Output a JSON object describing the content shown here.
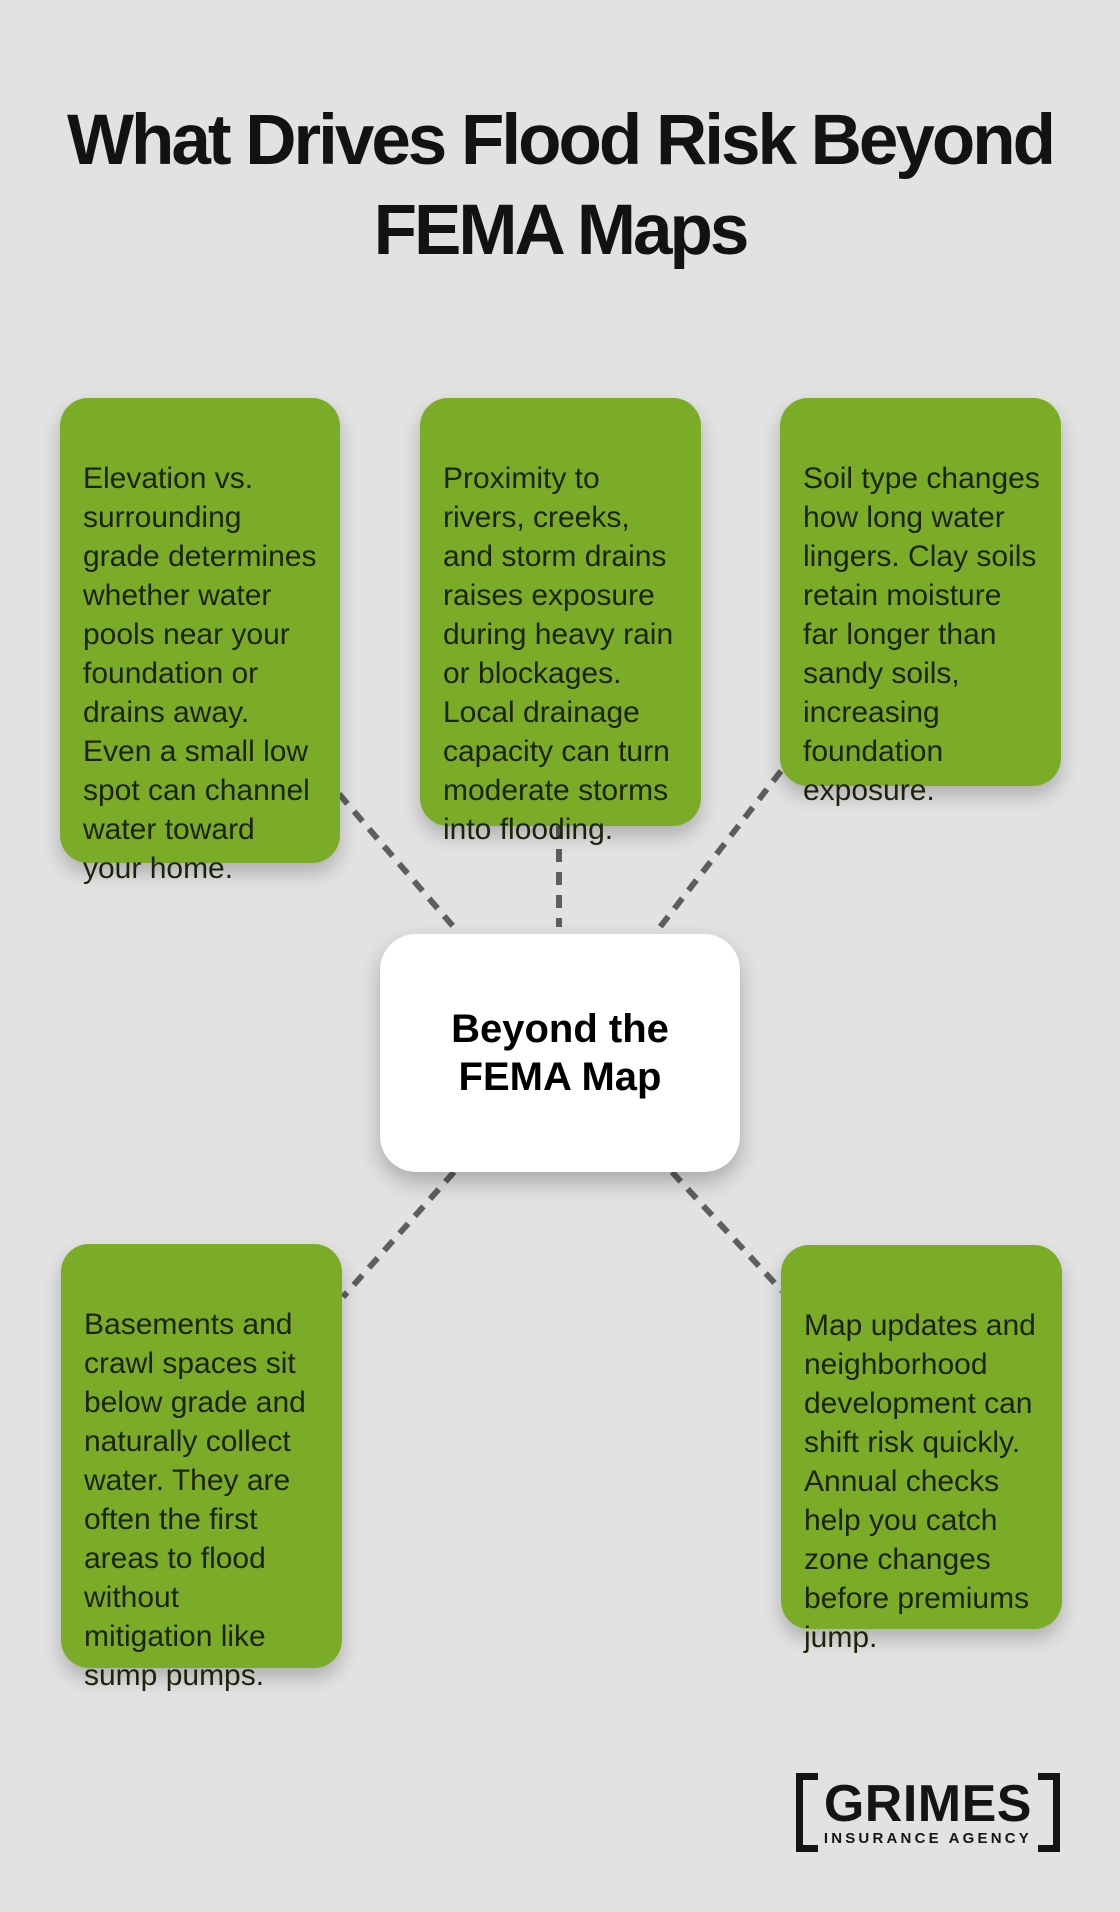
{
  "title": "What Drives Flood Risk Beyond\nFEMA Maps",
  "center_node": {
    "label": "Beyond the\nFEMA Map"
  },
  "factors": [
    {
      "text": "Elevation vs.\nsurrounding\ngrade determines\nwhether water\npools near your\nfoundation or\ndrains away.\nEven a small low\nspot can channel\nwater toward\nyour home."
    },
    {
      "text": "Proximity to\nrivers, creeks,\nand storm drains\nraises exposure\nduring heavy rain\nor blockages.\nLocal drainage\ncapacity can turn\nmoderate storms\ninto flooding."
    },
    {
      "text": "Soil type changes\nhow long water\nlingers. Clay soils\nretain moisture\nfar longer than\nsandy soils,\nincreasing\nfoundation\nexposure."
    },
    {
      "text": "Basements and\ncrawl spaces sit\nbelow grade and\nnaturally collect\nwater. They are\noften the first\nareas to flood\nwithout\nmitigation like\nsump pumps."
    },
    {
      "text": "Map updates and\nneighborhood\ndevelopment can\nshift risk quickly.\nAnnual checks\nhelp you catch\nzone changes\nbefore premiums\njump."
    }
  ],
  "logo": {
    "name": "GRIMES",
    "tagline": "INSURANCE AGENCY"
  },
  "colors": {
    "background": "#e1e2e1",
    "node-green": "#7aac28",
    "node-text": "#1c2308",
    "title-text": "#121212",
    "center-bg": "#ffffff",
    "center-text": "#000000",
    "connector": "#5e5e5e",
    "logo-black": "#141414"
  }
}
